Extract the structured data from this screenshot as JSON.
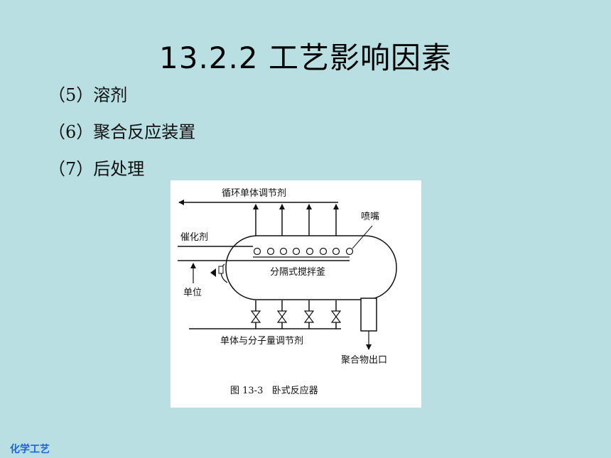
{
  "slide": {
    "title": "13.2.2  工艺影响因素",
    "bullets": [
      "（5）溶剂",
      "（6）聚合反应装置",
      "（7）后处理"
    ],
    "footer": "化学工艺"
  },
  "figure": {
    "labels": {
      "recycle": "循环单体调节剂",
      "nozzle": "喷嘴",
      "catalyst": "催化剂",
      "stirred_tank": "分隔式搅拌釜",
      "monomer": "单位",
      "monomer_mw": "单体与分子量调节剂",
      "outlet": "聚合物出口"
    },
    "caption": "图 13-3   卧式反应器"
  },
  "colors": {
    "background": "#b9dfe2",
    "footer": "#1a64d6"
  }
}
